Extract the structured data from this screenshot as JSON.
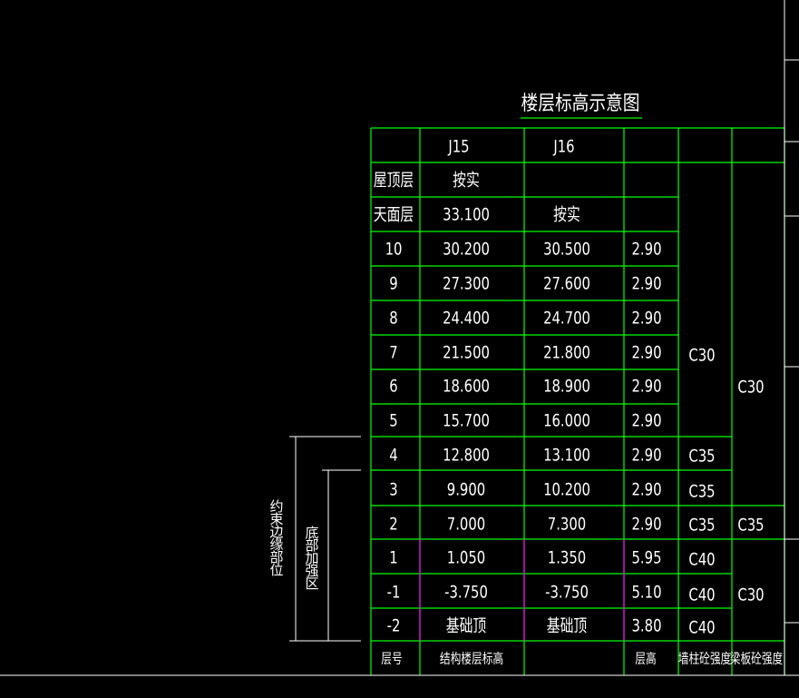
{
  "title": "楼层标高示意图",
  "colors": {
    "grid": "#00ff00",
    "magenta": "#ff00ff",
    "dim": "#ffffff",
    "text": "#ffffff",
    "bg": "#000000"
  },
  "header": {
    "c1": "J15",
    "c2": "J16"
  },
  "rows": [
    {
      "label": "屋顶层",
      "j15": "按实",
      "j16": "",
      "h": ""
    },
    {
      "label": "天面层",
      "j15": "33.100",
      "j16": "按实",
      "h": ""
    },
    {
      "label": "10",
      "j15": "30.200",
      "j16": "30.500",
      "h": "2.90"
    },
    {
      "label": "9",
      "j15": "27.300",
      "j16": "27.600",
      "h": "2.90"
    },
    {
      "label": "8",
      "j15": "24.400",
      "j16": "24.700",
      "h": "2.90"
    },
    {
      "label": "7",
      "j15": "21.500",
      "j16": "21.800",
      "h": "2.90"
    },
    {
      "label": "6",
      "j15": "18.600",
      "j16": "18.900",
      "h": "2.90"
    },
    {
      "label": "5",
      "j15": "15.700",
      "j16": "16.000",
      "h": "2.90"
    },
    {
      "label": "4",
      "j15": "12.800",
      "j16": "13.100",
      "h": "2.90"
    },
    {
      "label": "3",
      "j15": "9.900",
      "j16": "10.200",
      "h": "2.90"
    },
    {
      "label": "2",
      "j15": "7.000",
      "j16": "7.300",
      "h": "2.90"
    },
    {
      "label": "1",
      "j15": "1.050",
      "j16": "1.350",
      "h": "5.95"
    },
    {
      "label": "-1",
      "j15": "-3.750",
      "j16": "-3.750",
      "h": "5.10"
    },
    {
      "label": "-2",
      "j15": "基础顶",
      "j16": "基础顶",
      "h": "3.80"
    }
  ],
  "wall_grades": [
    "C30",
    "C35",
    "C35",
    "C35",
    "C40",
    "C40",
    "C40"
  ],
  "beam_grades": [
    "C30",
    "C35",
    "C30"
  ],
  "footer": {
    "floor": "层号",
    "elev": "结构楼层标高",
    "height": "层高",
    "wall": "墙柱砼强度",
    "beam": "梁板砼强度"
  },
  "side_labels": {
    "outer": "约束边缘部位",
    "inner": "底部加强区"
  }
}
